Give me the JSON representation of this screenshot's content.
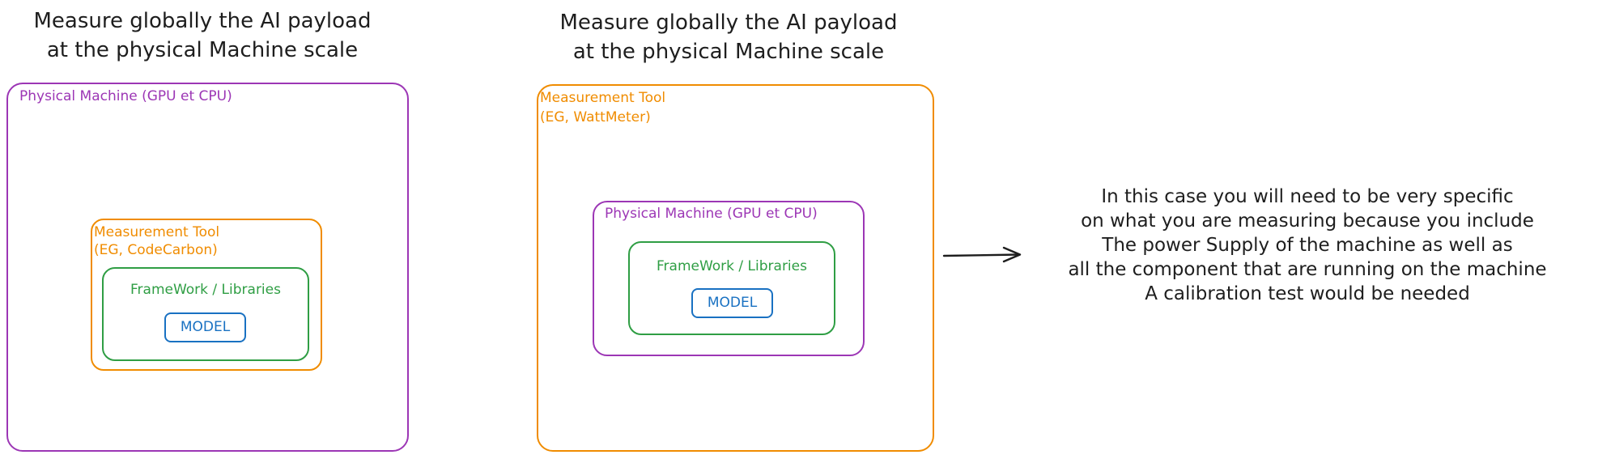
{
  "left": {
    "title_line1": "Measure globally the AI payload",
    "title_line2": "at the physical Machine scale",
    "outer_label": "Physical Machine (GPU et CPU)",
    "tool_label_line1": "Measurement Tool",
    "tool_label_line2": "(EG, CodeCarbon)",
    "framework_label": "FrameWork / Libraries",
    "model_label": "MODEL"
  },
  "middle": {
    "title_line1": "Measure globally the AI payload",
    "title_line2": "at the physical Machine scale",
    "outer_label_line1": "Measurement Tool",
    "outer_label_line2": "(EG, WattMeter)",
    "machine_label": "Physical Machine (GPU et CPU)",
    "framework_label": "FrameWork / Libraries",
    "model_label": "MODEL"
  },
  "note": {
    "lines": [
      "In this case you will need to be very specific",
      "on what you are measuring because you include",
      "The power Supply of the machine as well as",
      "all the component that are running on the machine",
      "A calibration test would be needed"
    ]
  },
  "colors": {
    "machine": "#9c36b5",
    "measurement_tool": "#f08c00",
    "framework": "#2f9e44",
    "model": "#1971c2",
    "text": "#1e1e1e"
  }
}
